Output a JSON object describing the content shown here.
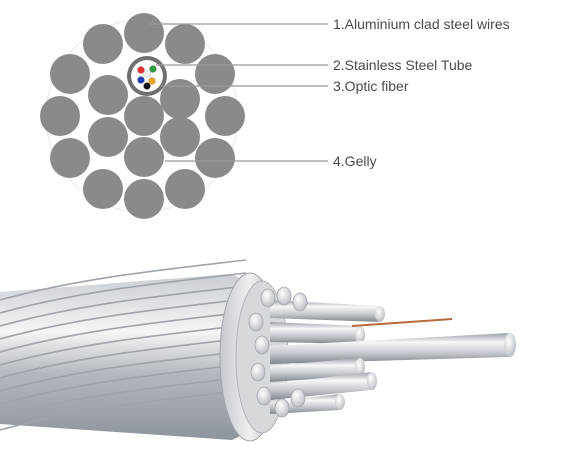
{
  "labels": [
    {
      "key": "wires",
      "text": "1.Aluminium clad steel wires"
    },
    {
      "key": "tube",
      "text": "2.Stainless Steel Tube"
    },
    {
      "key": "fiber",
      "text": "3.Optic fiber"
    },
    {
      "key": "gelly",
      "text": "4.Gelly"
    }
  ],
  "colors": {
    "wire": "#8a8a8a",
    "leader": "#9a9a9a",
    "text": "#4a4a4a",
    "fiber_colors": [
      "#e4312b",
      "#2e9b3e",
      "#1a3fb4",
      "#f2a21a",
      "#111111",
      "#f0f0f0"
    ]
  }
}
